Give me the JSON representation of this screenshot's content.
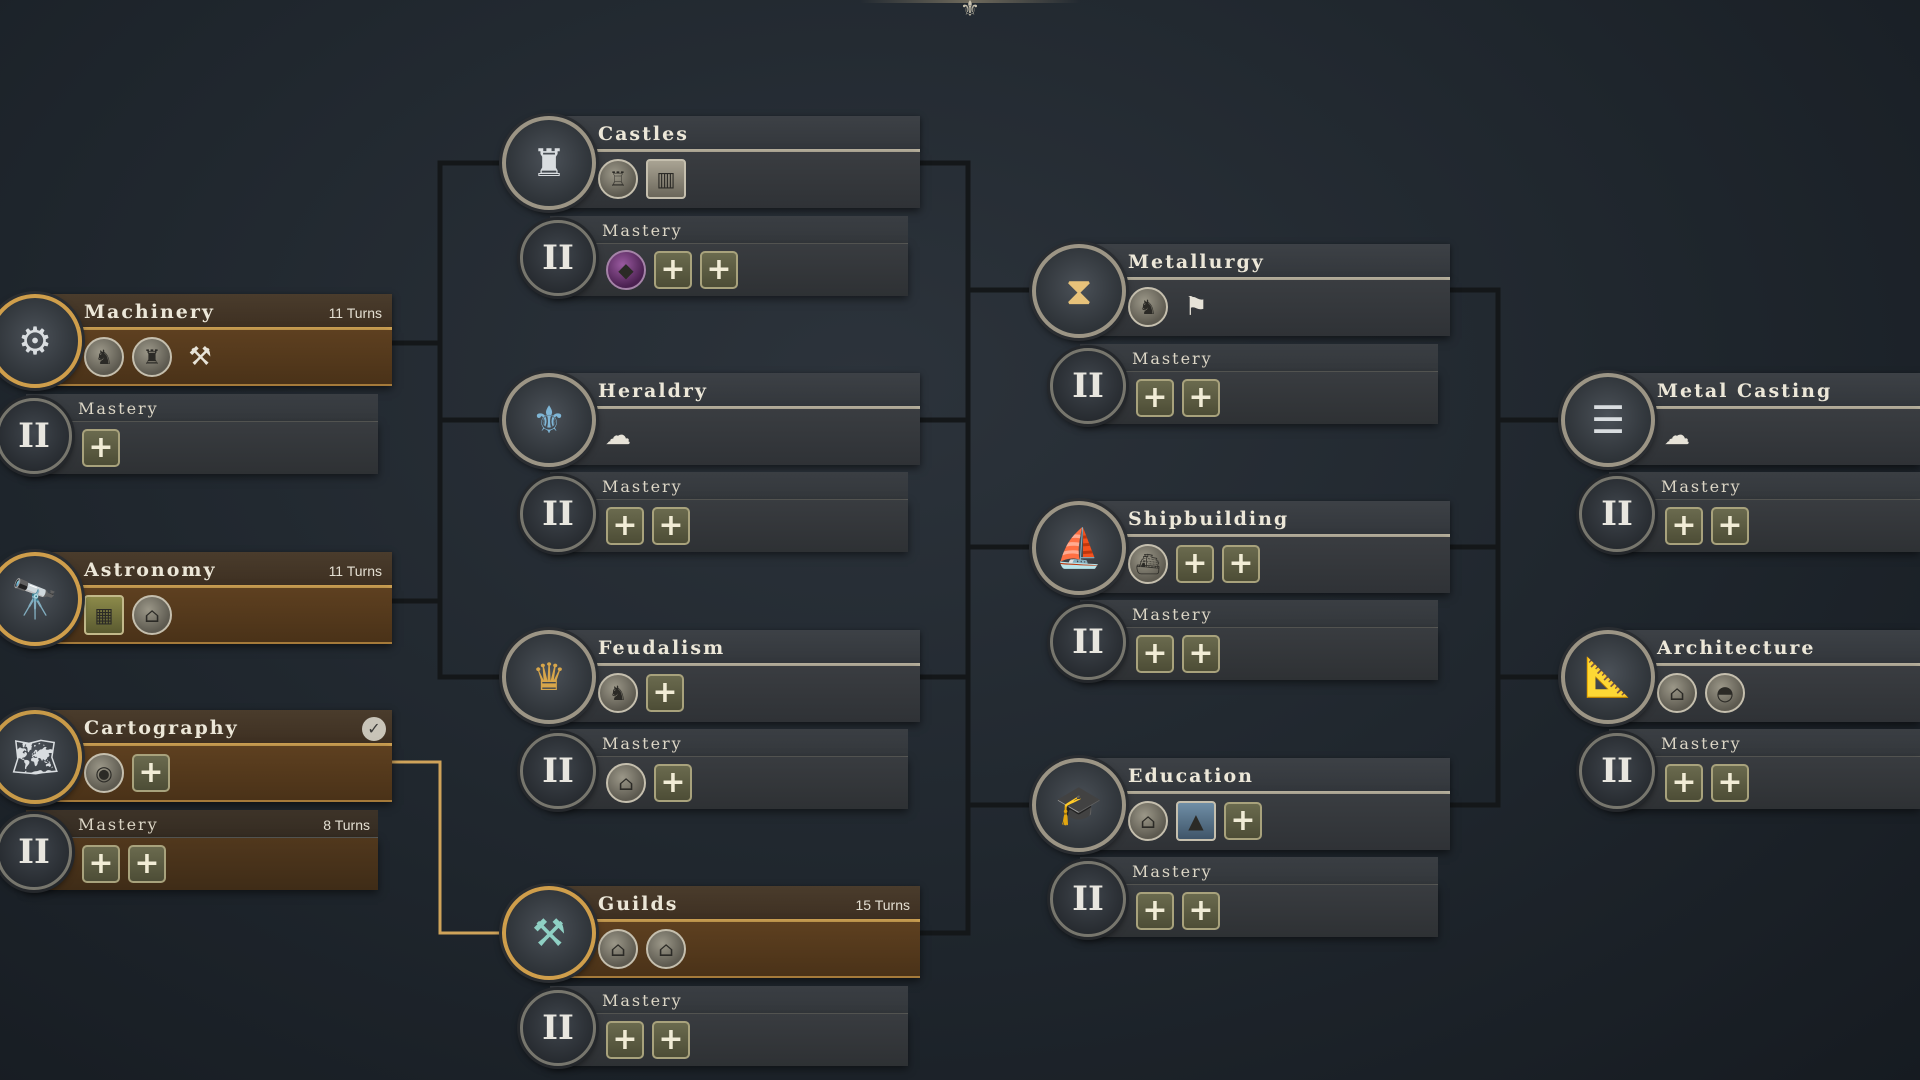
{
  "techs": {
    "machinery": {
      "name": "Machinery",
      "turns": "11 Turns",
      "icon": "gear-icon",
      "unlocks": [
        "unit-icon",
        "unit-icon",
        "catapult-icon"
      ]
    },
    "machinery_mastery": {
      "label": "Mastery",
      "roman": "II",
      "unlocks": [
        "plus"
      ]
    },
    "astronomy": {
      "name": "Astronomy",
      "turns": "11 Turns",
      "icon": "telescope-icon",
      "unlocks": [
        "map-icon",
        "building-icon"
      ]
    },
    "cartography": {
      "name": "Cartography",
      "icon": "map-scroll-icon",
      "completed": true,
      "unlocks": [
        "globe-icon",
        "plus"
      ]
    },
    "cartography_mastery": {
      "label": "Mastery",
      "roman": "II",
      "turns": "8 Turns",
      "unlocks": [
        "plus",
        "plus"
      ]
    },
    "castles": {
      "name": "Castles",
      "icon": "castle-icon",
      "unlocks": [
        "tower-icon",
        "wall-icon"
      ]
    },
    "castles_mastery": {
      "label": "Mastery",
      "roman": "II",
      "unlocks": [
        "gem-icon",
        "plus",
        "plus"
      ]
    },
    "heraldry": {
      "name": "Heraldry",
      "icon": "fleur-de-lis-icon",
      "unlocks": [
        "horn-icon"
      ]
    },
    "heraldry_mastery": {
      "label": "Mastery",
      "roman": "II",
      "unlocks": [
        "plus",
        "plus"
      ]
    },
    "feudalism": {
      "name": "Feudalism",
      "icon": "crown-icon",
      "unlocks": [
        "unit-icon",
        "plus"
      ]
    },
    "feudalism_mastery": {
      "label": "Mastery",
      "roman": "II",
      "unlocks": [
        "building-icon",
        "plus"
      ]
    },
    "guilds": {
      "name": "Guilds",
      "turns": "15 Turns",
      "icon": "crossed-tools-icon",
      "unlocks": [
        "building-icon",
        "building-icon"
      ]
    },
    "guilds_mastery": {
      "label": "Mastery",
      "roman": "II",
      "unlocks": [
        "plus",
        "plus"
      ]
    },
    "metallurgy": {
      "name": "Metallurgy",
      "icon": "crucible-icon",
      "unlocks": [
        "unit-icon",
        "cannon-icon"
      ]
    },
    "metallurgy_mastery": {
      "label": "Mastery",
      "roman": "II",
      "unlocks": [
        "plus",
        "plus"
      ]
    },
    "shipbuilding": {
      "name": "Shipbuilding",
      "icon": "hull-icon",
      "unlocks": [
        "ship-icon",
        "plus",
        "plus"
      ]
    },
    "shipbuilding_mastery": {
      "label": "Mastery",
      "roman": "II",
      "unlocks": [
        "plus",
        "plus"
      ]
    },
    "education": {
      "name": "Education",
      "icon": "graduation-cap-icon",
      "unlocks": [
        "building-icon",
        "tower-icon",
        "plus"
      ]
    },
    "education_mastery": {
      "label": "Mastery",
      "roman": "II",
      "unlocks": [
        "plus",
        "plus"
      ]
    },
    "metal_casting": {
      "name": "Metal Casting",
      "icon": "ingots-icon",
      "unlocks": [
        "horn-icon"
      ]
    },
    "metal_casting_mastery": {
      "label": "Mastery",
      "roman": "II",
      "unlocks": [
        "plus",
        "plus"
      ]
    },
    "architecture": {
      "name": "Architecture",
      "icon": "compass-icon",
      "unlocks": [
        "building-icon",
        "dome-icon"
      ]
    },
    "architecture_mastery": {
      "label": "Mastery",
      "roman": "II",
      "unlocks": [
        "plus",
        "plus"
      ]
    }
  }
}
